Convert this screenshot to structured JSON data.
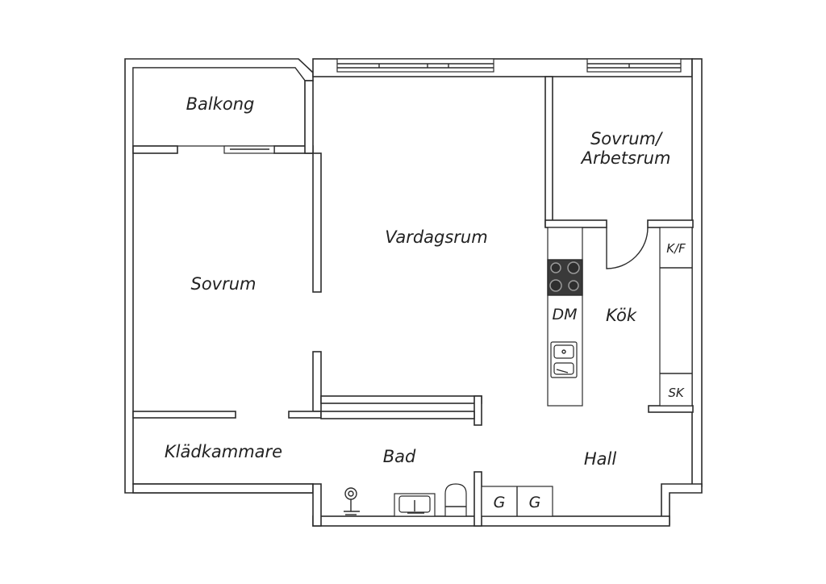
{
  "rooms": {
    "balkong": "Balkong",
    "vardagsrum": "Vardagsrum",
    "sovrum_arbetsrum_1": "Sovrum/",
    "sovrum_arbetsrum_2": "Arbetsrum",
    "sovrum": "Sovrum",
    "kok": "Kök",
    "kladkammare": "Klädkammare",
    "bad": "Bad",
    "hall": "Hall"
  },
  "fixtures": {
    "dishwasher": "DM",
    "fridge_freezer": "K/F",
    "cabinet": "SK",
    "wardrobe_1": "G",
    "wardrobe_2": "G"
  },
  "colors": {
    "wall": "#2b2b2b",
    "background": "#ffffff",
    "text": "#222222"
  }
}
